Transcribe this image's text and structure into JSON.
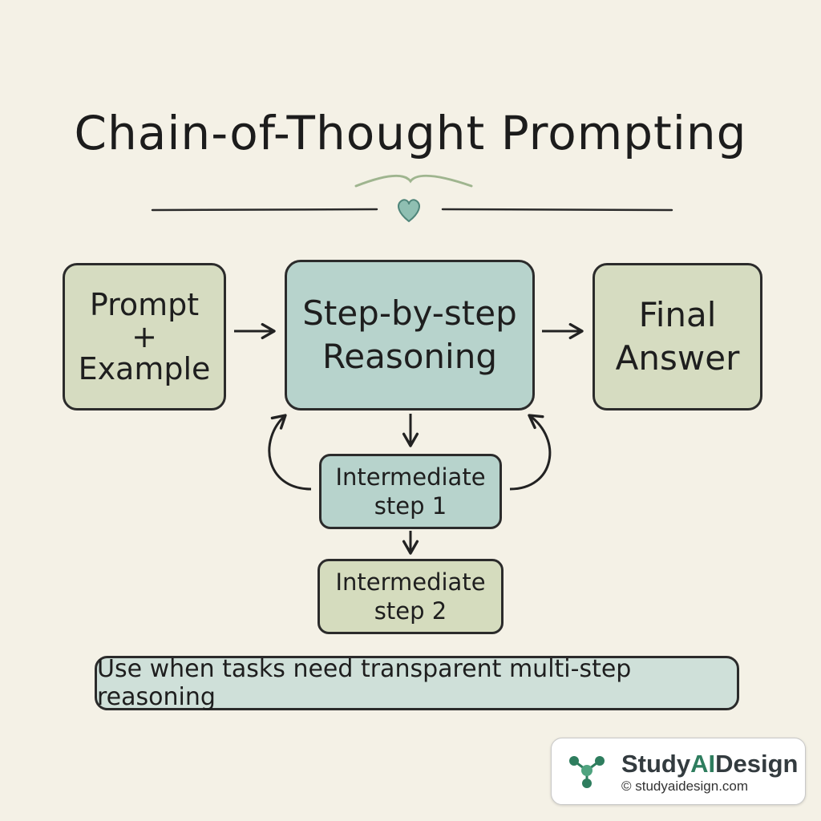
{
  "title": "Chain-of-Thought Prompting",
  "nodes": {
    "prompt": {
      "lines": [
        "Prompt",
        "+",
        "Example"
      ]
    },
    "reasoning": {
      "lines": [
        "Step-by-step",
        "Reasoning"
      ]
    },
    "final": {
      "lines": [
        "Final",
        "Answer"
      ]
    },
    "step1": {
      "lines": [
        "Intermediate",
        "step 1"
      ]
    },
    "step2": {
      "lines": [
        "Intermediate",
        "step 2"
      ]
    }
  },
  "caption": "Use when tasks need transparent multi-step reasoning",
  "brand": {
    "name_pre": "Study",
    "name_ai": "AI",
    "name_post": "Design",
    "url": "© studyaidesign.com",
    "logo_icon": "molecule-nodes-icon"
  },
  "colors": {
    "background": "#f4f1e6",
    "sage_box": "#d6dcc1",
    "teal_box": "#b7d3cc",
    "caption_box": "#cfe0d9",
    "accent_heart": "#6fa79a",
    "brand_green": "#2e7d5e"
  }
}
